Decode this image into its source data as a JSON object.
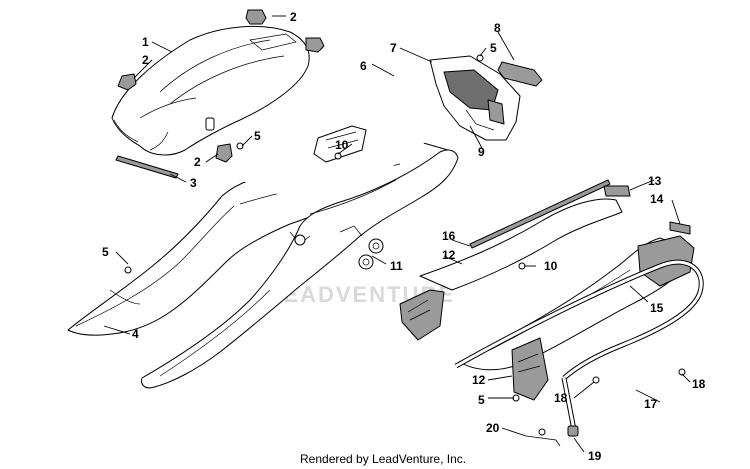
{
  "watermark": "LEADVENTURE",
  "credit": "Rendered by LeadVenture, Inc.",
  "callouts": [
    "1",
    "2",
    "2",
    "2",
    "3",
    "4",
    "5",
    "5",
    "5",
    "6",
    "7",
    "8",
    "9",
    "10",
    "10",
    "11",
    "12",
    "12",
    "13",
    "14",
    "15",
    "16",
    "17",
    "18",
    "18",
    "19",
    "20",
    "5"
  ]
}
